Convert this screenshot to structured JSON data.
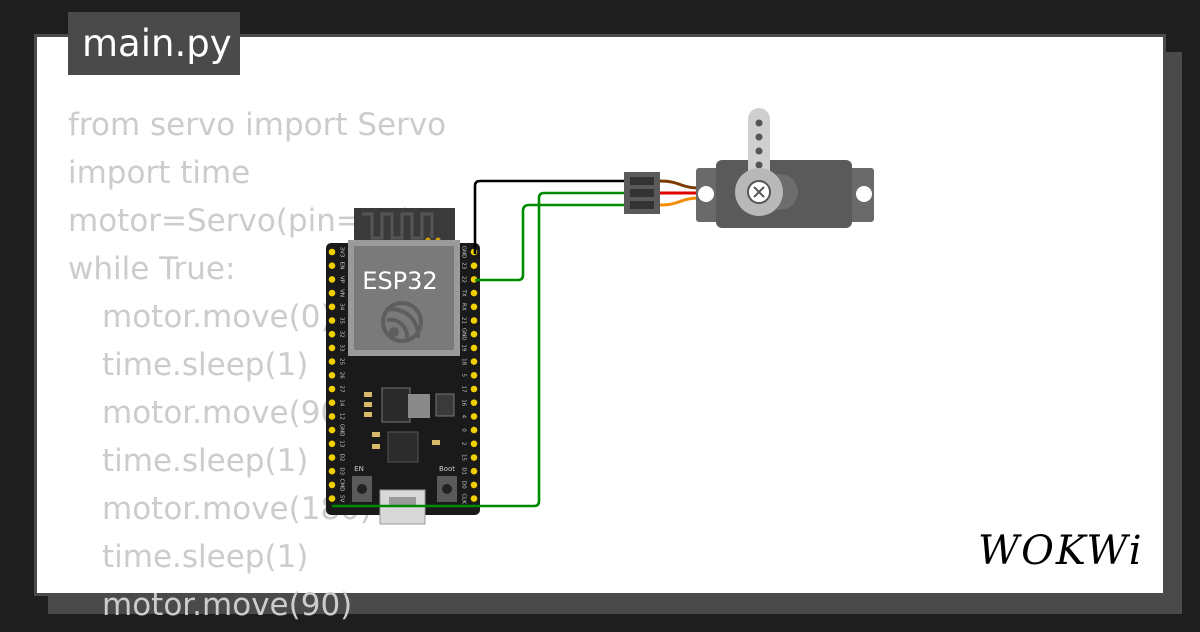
{
  "editor": {
    "file_tab": "main.py",
    "code_lines": [
      {
        "text": "from servo import Servo",
        "indent": false
      },
      {
        "text": "import time",
        "indent": false
      },
      {
        "text": "motor=Servo(pin=22)",
        "indent": false
      },
      {
        "text": "while True:",
        "indent": false
      },
      {
        "text": "motor.move(0)",
        "indent": true
      },
      {
        "text": "time.sleep(1)",
        "indent": true
      },
      {
        "text": "motor.move(90)",
        "indent": true
      },
      {
        "text": "time.sleep(1)",
        "indent": true
      },
      {
        "text": "motor.move(180)",
        "indent": true
      },
      {
        "text": "time.sleep(1)",
        "indent": true
      },
      {
        "text": "motor.move(90)",
        "indent": true
      }
    ]
  },
  "board": {
    "chip_label": "ESP32",
    "en_label": "EN",
    "boot_label": "Boot",
    "left_pins": [
      "3V3",
      "EN",
      "VP",
      "VN",
      "34",
      "35",
      "32",
      "33",
      "25",
      "26",
      "27",
      "14",
      "12",
      "GND",
      "13",
      "D2",
      "D3",
      "CMD",
      "5V"
    ],
    "right_pins": [
      "GND",
      "23",
      "22",
      "TX",
      "RX",
      "21",
      "GND",
      "19",
      "18",
      "5",
      "17",
      "16",
      "4",
      "0",
      "2",
      "15",
      "D1",
      "D0",
      "CLK"
    ]
  },
  "brand": {
    "logo_text": "WOKWi"
  },
  "colors": {
    "wire_ground": "#000000",
    "wire_signal": "#008a00",
    "pcb": "#1a1a1a",
    "pin_gold": "#f2cf00",
    "servo_body": "#5a5a5a",
    "servo_arm": "#cfcfcf"
  }
}
